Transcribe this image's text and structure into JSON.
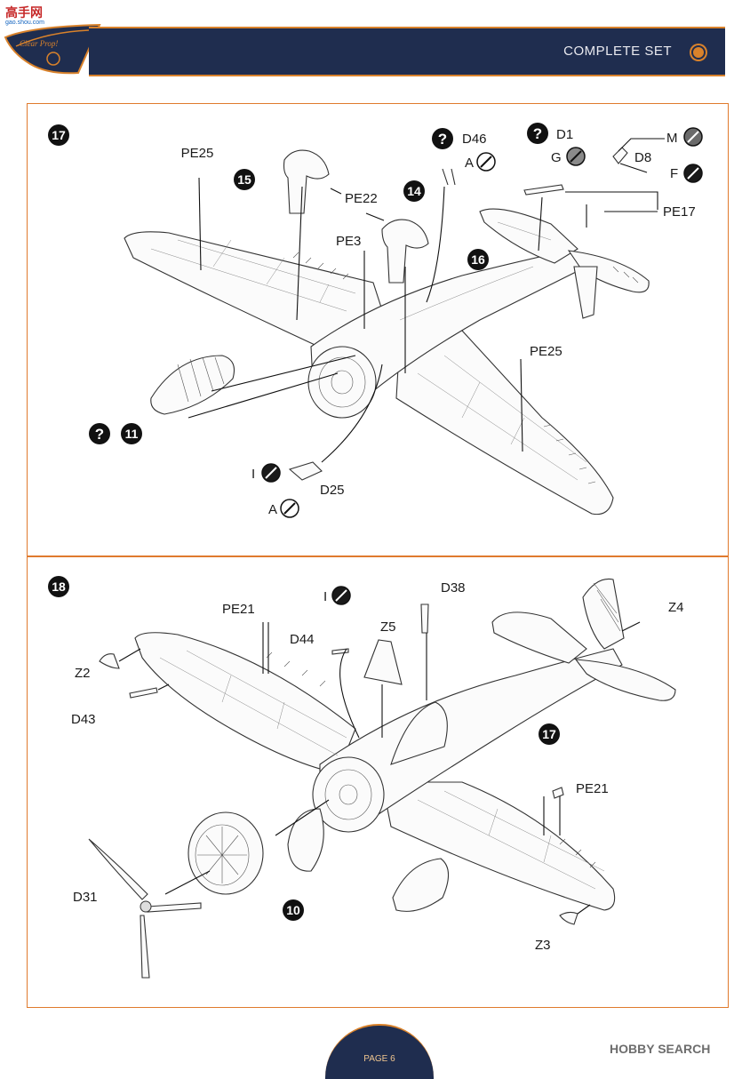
{
  "header": {
    "title": "COMPLETE SET",
    "site_mark": "高手网",
    "site_url": "gao.shou.com"
  },
  "colors": {
    "accent": "#d9822b",
    "navy": "#1f2d4f",
    "panel_border": "#e07a2d"
  },
  "footer": {
    "page": "PAGE 6",
    "watermark": "HOBBY SEARCH"
  },
  "step17": {
    "number": "17",
    "sub_steps": [
      "15",
      "14",
      "16",
      "11"
    ],
    "question_marks": [
      "?",
      "?",
      "?"
    ],
    "labels": {
      "pe25_left": "PE25",
      "pe22": "PE22",
      "pe3": "PE3",
      "d46": "D46",
      "a_top": "A",
      "d1": "D1",
      "g": "G",
      "m": "M",
      "d8": "D8",
      "f": "F",
      "pe17": "PE17",
      "pe25_right": "PE25",
      "i": "I",
      "d25": "D25",
      "a_bottom": "A"
    }
  },
  "step18": {
    "number": "18",
    "sub_steps": [
      "17",
      "10"
    ],
    "labels": {
      "pe21_left": "PE21",
      "i": "I",
      "d38": "D38",
      "z4": "Z4",
      "d44": "D44",
      "z5": "Z5",
      "z2": "Z2",
      "d43": "D43",
      "pe21_right": "PE21",
      "d31": "D31",
      "z3": "Z3"
    }
  }
}
